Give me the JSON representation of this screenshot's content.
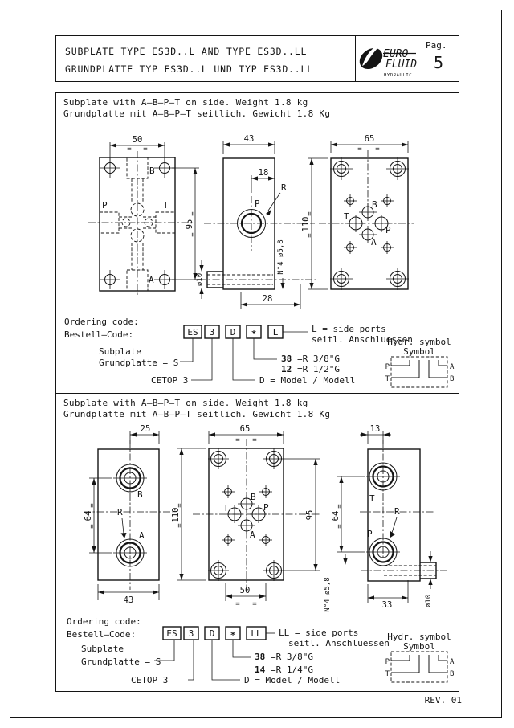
{
  "common": {
    "eq": "="
  },
  "header": {
    "title_en": "SUBPLATE TYPE ES3D..L AND TYPE ES3D..LL",
    "title_de": "GRUNDPLATTE TYP ES3D..L UND TYP ES3D..LL",
    "logo": {
      "euro": "EURO",
      "fluid": "FLUID",
      "hydraulic": "HYDRAULIC"
    },
    "pag_label": "Pag.",
    "pag_num": "5"
  },
  "rev": "REV. 01",
  "s1": {
    "desc_en": "Subplate with A–B–P–T on side. Weight 1.8 kg",
    "desc_de": "Grundplatte mit A–B–P–T seitlich. Gewicht 1.8 Kg",
    "front": {
      "dim_top": "50",
      "dim_right": "95",
      "b": "B",
      "p": "P",
      "t": "T",
      "a": "A"
    },
    "side": {
      "dim_top": "43",
      "dim_18": "18",
      "dim_28": "28",
      "dia": "ø10",
      "holes": "N°4 ø5,8",
      "r": "R",
      "p": "P"
    },
    "face": {
      "dim_top": "65",
      "dim_left": "110",
      "b": "B",
      "t": "T",
      "p": "P",
      "a": "A"
    },
    "ord": {
      "label_en": "Ordering code:",
      "label_de": "Bestell–Code:",
      "boxes": [
        "ES",
        "3",
        "D",
        "*",
        "L"
      ],
      "note1": "L = side ports",
      "note2": "seitl. Anschluessen",
      "sub1": "Subplate",
      "sub2": "Grundplatte = S",
      "size1n": "38",
      "size1t": "=R 3/8\"G",
      "size2n": "12",
      "size2t": "=R 1/2\"G",
      "cetop": "CETOP 3",
      "model": "D = Model / Modell"
    },
    "sym": {
      "t1": "Hydr. symbol",
      "t2": "Symbol",
      "p": "P",
      "t": "T",
      "a": "A",
      "b": "B"
    }
  },
  "s2": {
    "desc_en": "Subplate with A–B–P–T on side. Weight 1.8 kg",
    "desc_de": "Grundplatte mit A–B–P–T seitlich. Gewicht 1.8 Kg",
    "left": {
      "dim_top": "25",
      "dim_left": "64",
      "dim_bottom": "43",
      "b": "B",
      "a": "A",
      "r": "R"
    },
    "mid": {
      "dim_top": "65",
      "dim_left": "110",
      "dim_right": "95",
      "dim_bottom": "50",
      "b": "B",
      "t": "T",
      "p": "P",
      "a": "A"
    },
    "right": {
      "dim_top": "13",
      "dim_left": "64",
      "dim_bottom": "33",
      "dia": "ø10",
      "holes": "N°4 ø5,8",
      "t": "T",
      "p": "P",
      "r": "R"
    },
    "ord": {
      "label_en": "Ordering code:",
      "label_de": "Bestell–Code:",
      "boxes": [
        "ES",
        "3",
        "D",
        "*",
        "LL"
      ],
      "note1": "LL = side ports",
      "note2": "seitl. Anschluessen",
      "sub1": "Subplate",
      "sub2": "Grundplatte = S",
      "size1n": "38",
      "size1t": "=R 3/8\"G",
      "size2n": "14",
      "size2t": "=R 1/4\"G",
      "cetop": "CETOP 3",
      "model": "D = Model / Modell"
    },
    "sym": {
      "t1": "Hydr. symbol",
      "t2": "Symbol",
      "p": "P",
      "t": "T",
      "a": "A",
      "b": "B"
    }
  }
}
